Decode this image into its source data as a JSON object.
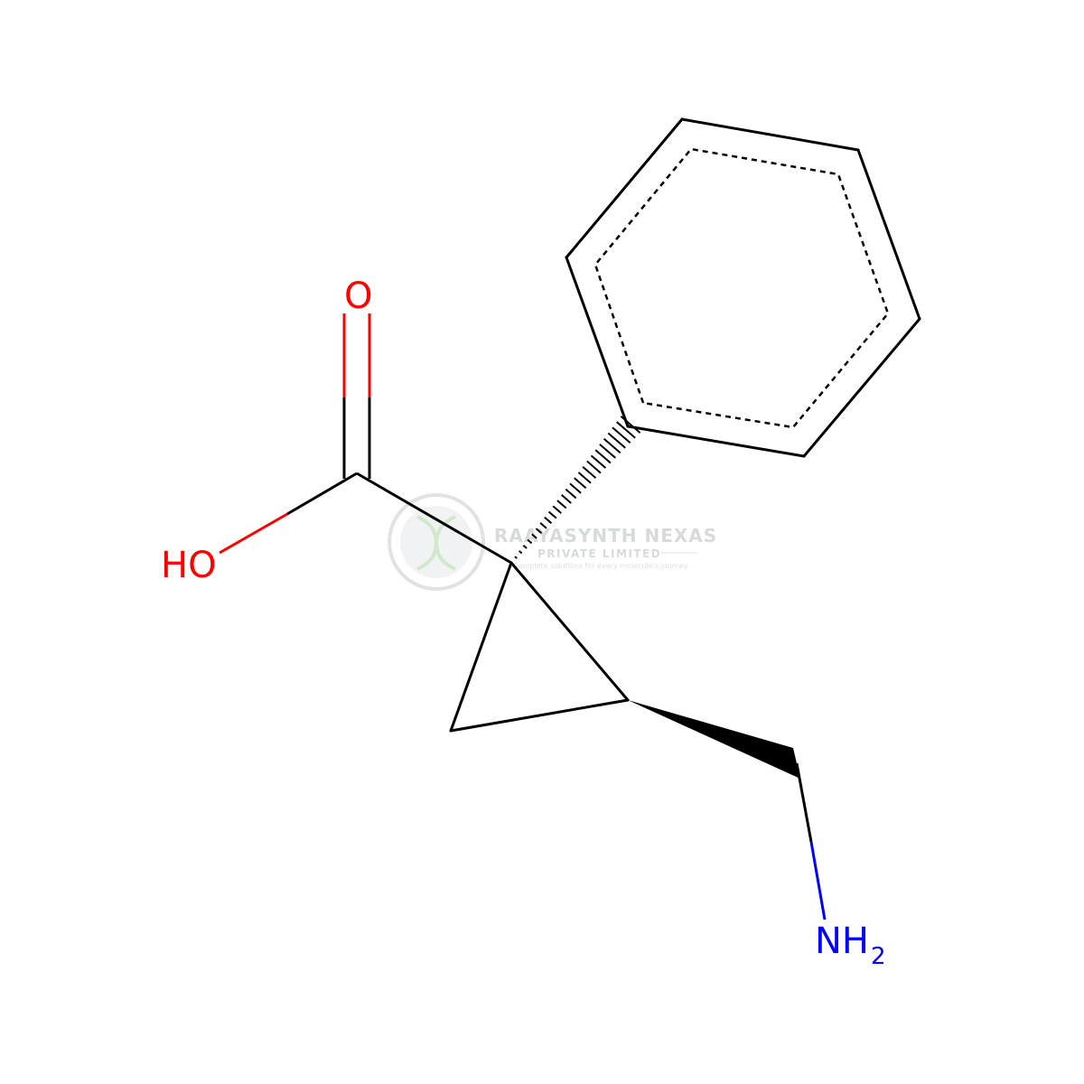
{
  "molecule": {
    "atoms": {
      "oxygen_carbonyl": "O",
      "hydroxyl": "HO",
      "amine_symbol": "NH",
      "amine_subscript": "2"
    },
    "colors": {
      "bond": "#000000",
      "oxygen": "#ff0000",
      "nitrogen": "#0000ff"
    }
  },
  "watermark": {
    "title": "RAAYASYNTH NEXAS",
    "subtitle": "PRIVATE LIMITED",
    "tagline": "Complete solutions for every molecule's journey",
    "color": "#b8bcbf"
  }
}
